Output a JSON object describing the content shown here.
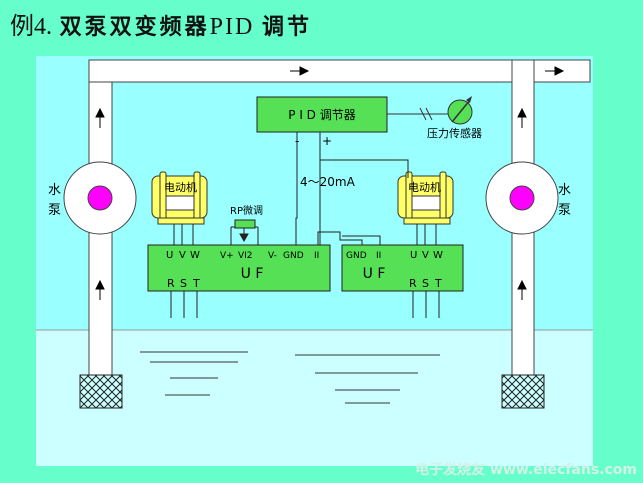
{
  "title": {
    "prefix": "例4.",
    "main": "双泵双变频器",
    "pid": "PID",
    "suffix": "调节"
  },
  "pid_controller": {
    "label": "P I D 调节器",
    "minus": "-",
    "plus": "+"
  },
  "pressure_sensor": "压力传感器",
  "signal": "4～20mA",
  "rp": "RP微调",
  "motor": "电动机",
  "pump": {
    "char1": "水",
    "char2": "泵"
  },
  "vfd_left": {
    "terminals_top": [
      "U",
      "V",
      "W"
    ],
    "terminals_ctrl": [
      "V+",
      "VI2",
      "V-",
      "GND",
      "II"
    ],
    "name": "U F",
    "inputs": [
      "R",
      "S",
      "T"
    ]
  },
  "vfd_right": {
    "terminals_ctrl": [
      "GND",
      "II"
    ],
    "terminals_top": [
      "U",
      "V",
      "W"
    ],
    "name": "U F",
    "inputs": [
      "R",
      "S",
      "T"
    ]
  },
  "watermark": "电子发烧友 www.elecfans.com",
  "colors": {
    "background": "#66ffcc",
    "panel": "#99ffff",
    "box": "#55e055",
    "motor": "#ffff66",
    "pump_core": "#ff00ff"
  }
}
